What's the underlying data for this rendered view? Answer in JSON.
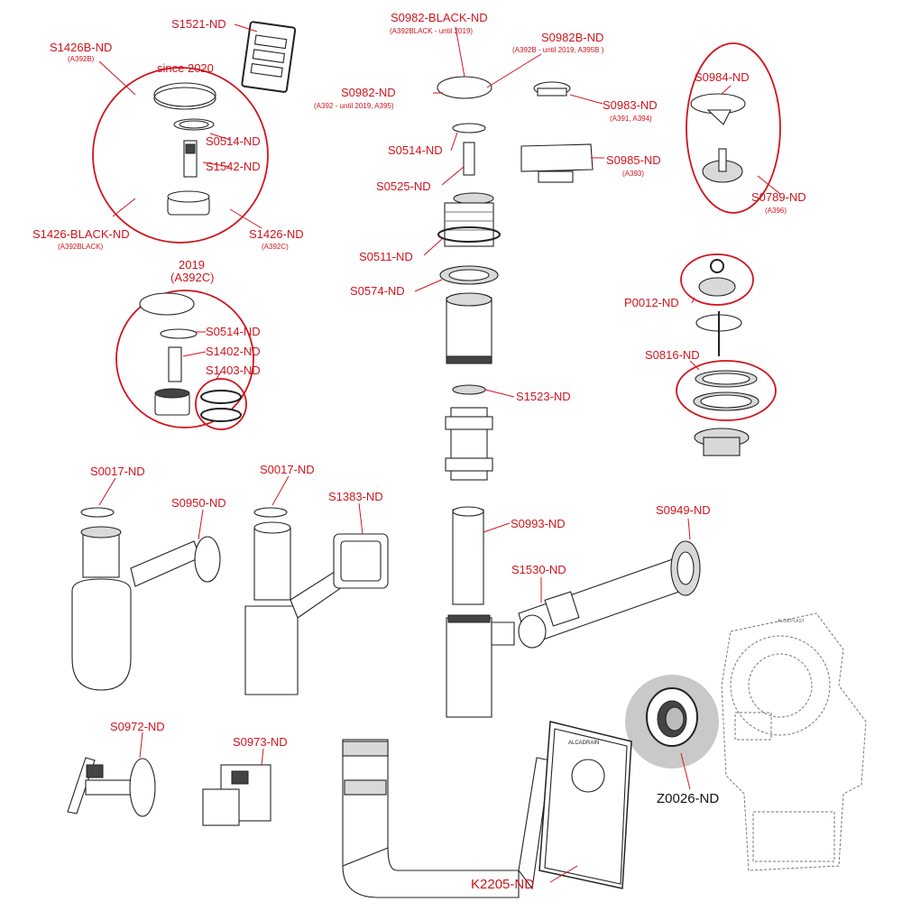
{
  "colors": {
    "label": "#d0141c",
    "outline": "#222222",
    "highlight": "#c9c9c9",
    "background": "#ffffff"
  },
  "groups": {
    "since_2020": "since 2020",
    "year_2019": "2019",
    "year_2019_code": "(A392C)"
  },
  "labels": {
    "s1521": "S1521-ND",
    "s1426b": "S1426B-ND",
    "s1426b_sub": "(A392B)",
    "s0514_a": "S0514-ND",
    "s1542": "S1542-ND",
    "s1426_black": "S1426-BLACK-ND",
    "s1426_black_sub": "(A392BLACK)",
    "s1426": "S1426-ND",
    "s1426_sub": "(A392C)",
    "s0514_b": "S0514-ND",
    "s1402": "S1402-ND",
    "s1403": "S1403-ND",
    "s0982_black": "S0982-BLACK-ND",
    "s0982_black_sub": "(A392BLACK - until 2019)",
    "s0982b": "S0982B-ND",
    "s0982b_sub": "(A392B - until 2019, A395B )",
    "s0982": "S0982-ND",
    "s0982_sub": "(A392 - until 2019, A395)",
    "s0983": "S0983-ND",
    "s0983_sub": "(A391, A394)",
    "s0984": "S0984-ND",
    "s0514_c": "S0514-ND",
    "s0525": "S0525-ND",
    "s0985": "S0985-ND",
    "s0985_sub": "(A393)",
    "s0789": "S0789-ND",
    "s0789_sub": "(A396)",
    "s0511": "S0511-ND",
    "s0574": "S0574-ND",
    "p0012": "P0012-ND",
    "s0816": "S0816-ND",
    "s1523": "S1523-ND",
    "s0017_a": "S0017-ND",
    "s0950": "S0950-ND",
    "s0017_b": "S0017-ND",
    "s1383": "S1383-ND",
    "s0993": "S0993-ND",
    "s0949": "S0949-ND",
    "s1530": "S1530-ND",
    "s0972": "S0972-ND",
    "s0973": "S0973-ND",
    "z0026": "Z0026-ND",
    "k2205": "K2205-ND"
  },
  "brand_marks": [
    "ALCADRAIN",
    "ALCA PLAST"
  ]
}
